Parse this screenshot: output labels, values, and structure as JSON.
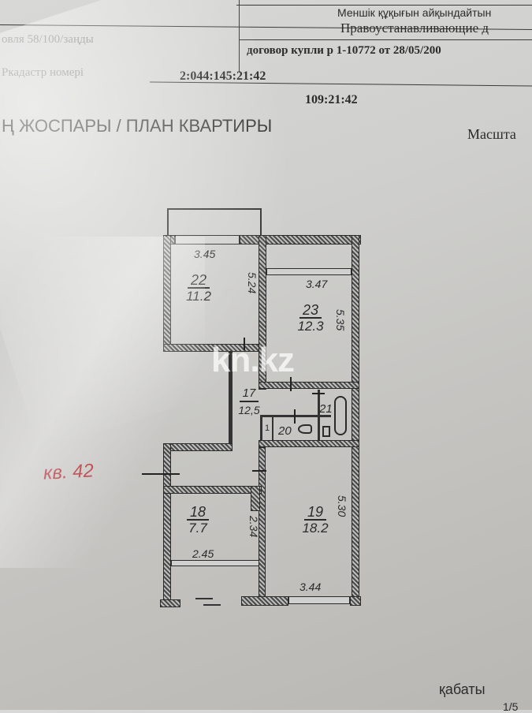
{
  "header": {
    "right_title_kz": "Меншік құқығын айқындайтын",
    "right_title_ru": "Правоустанавливающие д",
    "contract": "договор купли р 1-10772 от 28/05/200",
    "left_obscured_line1": "овля 58/100/заңды",
    "left_obscured_line2": "Ркадастр номері",
    "cadastral_number": "2:044:145:21:42",
    "unit_number": "109:21:42",
    "plan_title": "Ң ЖОСПАРЫ / ПЛАН КВАРТИРЫ",
    "scale_label": "Масшта"
  },
  "floor_plan": {
    "apartment_note": "кв. 42",
    "rooms": [
      {
        "id": "22",
        "area": "11.2",
        "width": "3.45",
        "length": "5.24"
      },
      {
        "id": "23",
        "area": "12.3",
        "width": "3.47",
        "length": "5.35"
      },
      {
        "id": "17",
        "area": "12,5"
      },
      {
        "id": "20",
        "area": ""
      },
      {
        "id": "21",
        "area": ""
      },
      {
        "id": "18",
        "area": "7.7",
        "width": "2.45",
        "length": "2.34"
      },
      {
        "id": "19",
        "area": "18.2",
        "width": "3.44",
        "length": "5.30"
      }
    ],
    "closet_mark": "1"
  },
  "footer": {
    "floor_label": "қабаты",
    "floor_value": "1/5"
  },
  "watermark": "kn.kz",
  "colors": {
    "paper": "#cfcfcd",
    "ink": "#2b2b2b",
    "handwriting": "#b3343a"
  }
}
